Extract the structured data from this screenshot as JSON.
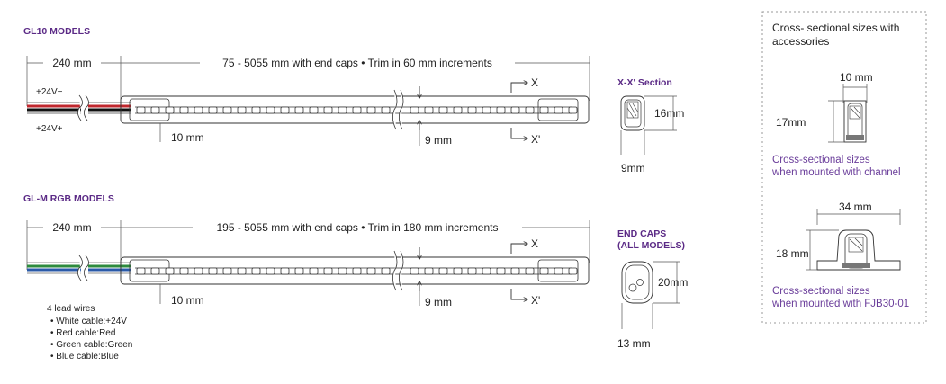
{
  "gl10": {
    "title": "GL10 MODELS",
    "cable_len": "240 mm",
    "length_note": "75 - 5055 mm with end caps • Trim in 60 mm increments",
    "neg_label": "+24V−",
    "pos_label": "+24V+",
    "cap_len": "10 mm",
    "strip_w": "9 mm",
    "x_mark": "X",
    "x2_mark": "X'"
  },
  "section": {
    "title": "X-X' Section",
    "height": "16mm",
    "width": "9mm"
  },
  "glm": {
    "title": "GL-M RGB MODELS",
    "cable_len": "240 mm",
    "length_note": "195 - 5055 mm with end caps • Trim in 180 mm increments",
    "cap_len": "10 mm",
    "strip_w": "9 mm",
    "x_mark": "X",
    "x2_mark": "X'",
    "wires_title": "4 lead wires",
    "wires": [
      "White cable:+24V",
      "Red cable:Red",
      "Green cable:Green",
      "Blue cable:Blue"
    ]
  },
  "endcaps": {
    "title1": "END CAPS",
    "title2": "(ALL MODELS)",
    "height": "20mm",
    "width": "13 mm"
  },
  "accessories": {
    "title1": "Cross- sectional sizes with",
    "title2": "accessories",
    "channel_w": "10 mm",
    "channel_h": "17mm",
    "channel_cap1": "Cross-sectional sizes",
    "channel_cap2": "when  mounted with channel",
    "fjb_w": "34 mm",
    "fjb_h": "18 mm",
    "fjb_cap1": "Cross-sectional sizes",
    "fjb_cap2": "when mounted with FJB30-01"
  },
  "colors": {
    "heading": "#5b2a86",
    "caption": "#6a3d9a",
    "red_wire": "#c0272d",
    "green_wire": "#2e8b3e",
    "blue_wire": "#2a5aa8"
  }
}
